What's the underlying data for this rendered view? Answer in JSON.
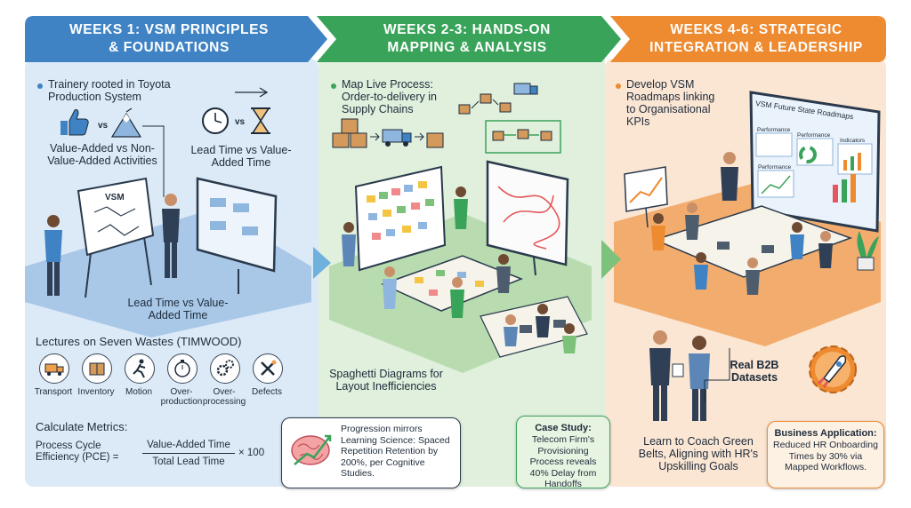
{
  "phases": [
    {
      "title_line1": "WEEKS 1: VSM PRINCIPLES",
      "title_line2": "& FOUNDATIONS",
      "color": "#3f83c4",
      "panel_color": "#dce9f6",
      "bullet": "Trainery rooted in Toyota Production System",
      "value_added": "Value-Added vs Non-Value-Added Activities",
      "lead_time_top": "Lead Time vs Value-Added Time",
      "whiteboard_label": "VSM",
      "lead_time_bottom": "Lead Time vs Value-Added Time",
      "wastes_title": "Lectures on Seven Wastes (TIMWOOD)",
      "wastes": [
        {
          "label": "Transport",
          "icon": "truck-icon"
        },
        {
          "label": "Inventory",
          "icon": "box-icon"
        },
        {
          "label": "Motion",
          "icon": "running-person-icon"
        },
        {
          "label": "Over-production",
          "icon": "stopwatch-icon"
        },
        {
          "label": "Over-processing",
          "icon": "gears-icon"
        },
        {
          "label": "Defects",
          "icon": "tools-icon"
        }
      ],
      "metrics_title": "Calculate Metrics:",
      "formula": {
        "lhs": "Process Cycle Efficiency (PCE) =",
        "numerator": "Value-Added Time",
        "denominator": "Total Lead Time",
        "multiplier": "× 100"
      }
    },
    {
      "title_line1": "WEEKS 2-3: HANDS-ON",
      "title_line2": "MAPPING & ANALYSIS",
      "color": "#3aa35a",
      "panel_color": "#e0f0dd",
      "bullet": "Map Live Process: Order-to-delivery in Supply Chains",
      "spaghetti": "Spaghetti Diagrams for Layout Inefficiencies",
      "progression": "Progression mirrors Learning Science: Spaced Repetition Retention by 200%, per Cognitive Studies.",
      "case_study_title": "Case Study:",
      "case_study_body": "Telecom Firm's Provisioning Process reveals 40% Delay from Handoffs"
    },
    {
      "title_line1": "WEEKS 4-6: STRATEGIC",
      "title_line2": "INTEGRATION & LEADERSHIP",
      "color": "#ee8a2f",
      "panel_color": "#fbe6d4",
      "bullet": "Develop VSM Roadmaps linking to Organisational KPIs",
      "screen_title": "VSM Future State Roadmaps",
      "screen_labels": [
        "Performance",
        "Performance",
        "Indicators",
        "Performance"
      ],
      "datasets": "Real B2B Datasets",
      "coach": "Learn to Coach Green Belts, Aligning with HR's Upskilling Goals",
      "business_title": "Business Application:",
      "business_body": "Reduced HR Onboarding Times by 30% via Mapped Workflows."
    }
  ]
}
